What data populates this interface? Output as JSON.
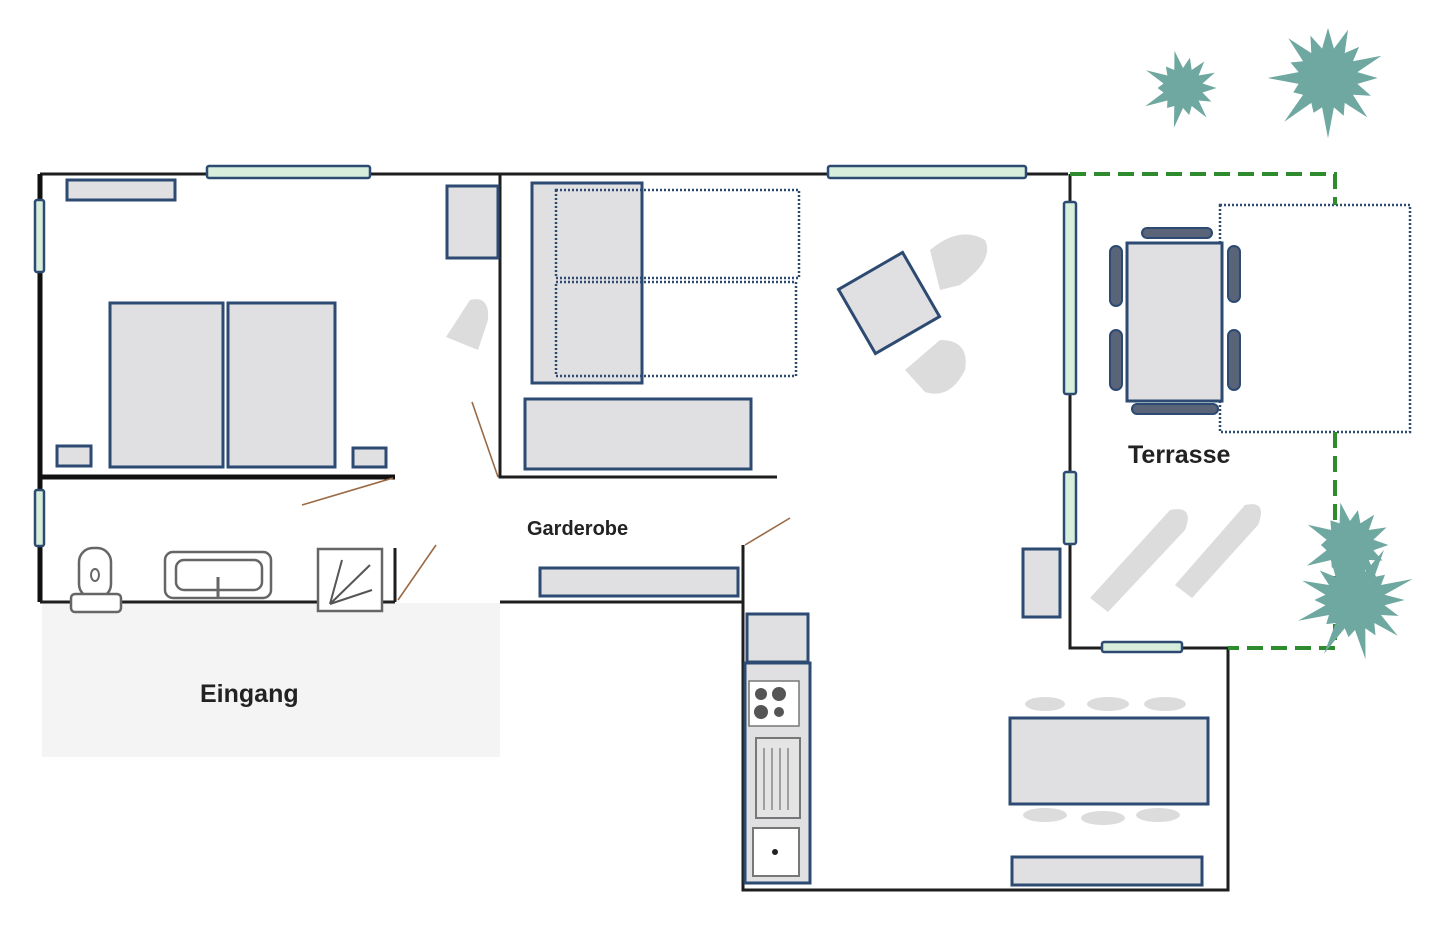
{
  "plan": {
    "labels": {
      "entrance": "Eingang",
      "wardrobe": "Garderobe",
      "terrace": "Terrasse"
    },
    "colors": {
      "wall": "#1e1e1e",
      "furniture_fill": "#e0e0e2",
      "furniture_stroke": "#2d4a73",
      "window": "#d6eedb",
      "terrace_border": "#2e8b2e",
      "plants": "#6ea8a0",
      "door_swing": "#9a6a45",
      "entrance_area": "#f4f4f4"
    },
    "icons": [
      "toilet-icon",
      "bathtub-icon",
      "shower-icon",
      "stove-icon",
      "sink-icon",
      "plant-icon",
      "chair-icon",
      "window-icon"
    ]
  }
}
